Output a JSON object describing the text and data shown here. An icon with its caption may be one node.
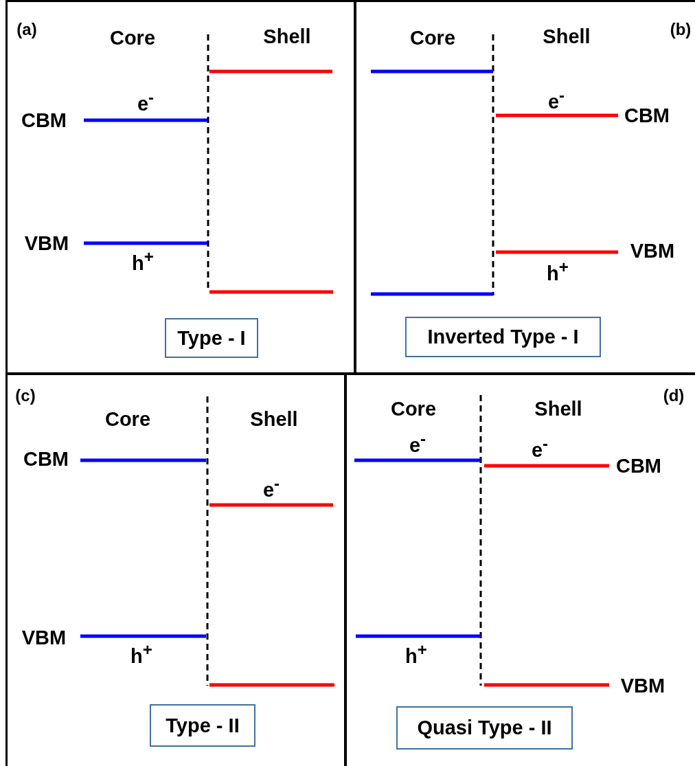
{
  "diagram": {
    "nodes": [
      {
        "text": [
          "(a)",
          "Core",
          "Shell"
        ]
      },
      {
        "text": [
          "Type - I"
        ],
        "in": 0
      },
      {
        "text": [
          "(b)",
          "Core",
          "Shell"
        ]
      },
      {
        "text": [
          "Inverted Type - I"
        ],
        "in": 2
      },
      {
        "text": [
          "(c)",
          "Core",
          "Shell"
        ]
      },
      {
        "text": [
          "Type - II"
        ],
        "in": 4
      },
      {
        "text": [
          "(d)",
          "Core",
          "Shell"
        ]
      },
      {
        "text": [
          "Quasi Type - II"
        ],
        "in": 6
      }
    ],
    "labels": [
      "CBM",
      "e$^{-}$",
      "VBM",
      "h$^{+}$",
      "e$^{-}$",
      "CBM",
      "VBM",
      "h$^{+}$",
      "CBM",
      "e$^{-}$",
      "VBM",
      "h$^{+}$",
      "e$^{-}$",
      "e$^{-}$",
      "CBM",
      "h$^{+}$",
      "VBM"
    ]
  }
}
